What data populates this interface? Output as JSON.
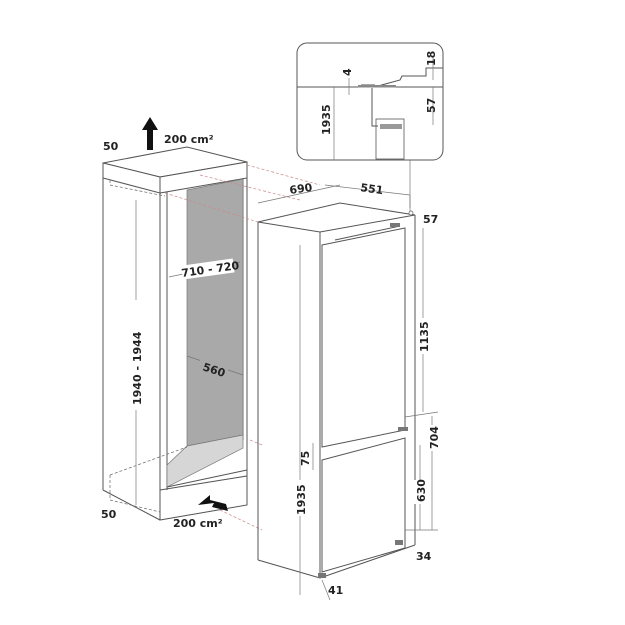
{
  "diagram": {
    "cabinet": {
      "vent_top": "200 cm²",
      "vent_bottom": "200 cm²",
      "gap_top": "50",
      "gap_bottom": "50",
      "niche_height": "1940 - 1944",
      "niche_width": "710 - 720",
      "niche_depth": "560"
    },
    "appliance": {
      "depth": "690",
      "width": "551",
      "top_offset": "57",
      "height": "1935",
      "upper_door": "1135",
      "door_gap": "75",
      "lower_door": "630",
      "lower_section": "704",
      "bottom_offset_right": "34",
      "bottom_offset_left": "41"
    },
    "detail": {
      "gap": "4",
      "top_thickness": "18",
      "offset": "57",
      "height": "1935"
    },
    "colors": {
      "back_panel": "#a9a9a9",
      "floor": "#d6d6d6",
      "guide_lines": "#cc8888"
    }
  }
}
